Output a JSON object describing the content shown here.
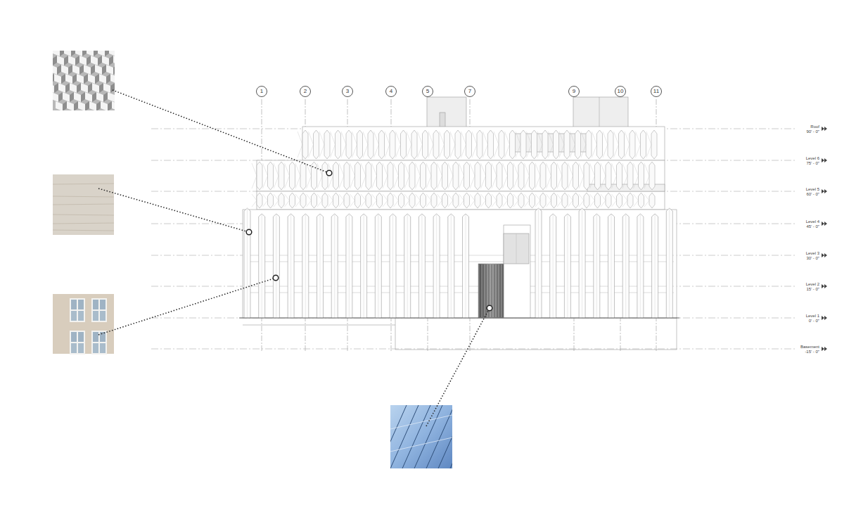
{
  "diagram": {
    "nodes": [
      {
        "text": [
          "1"
        ]
      },
      {
        "text": [
          "2"
        ]
      },
      {
        "text": [
          "3"
        ]
      },
      {
        "text": [
          "4"
        ]
      },
      {
        "text": [
          "5"
        ]
      },
      {
        "text": [
          "7"
        ]
      },
      {
        "text": [
          "9"
        ]
      },
      {
        "text": [
          "10"
        ]
      },
      {
        "text": [
          "11"
        ]
      }
    ],
    "labels": [
      "Roof",
      "90' - 0\"",
      "Level 6",
      "75' - 0\"",
      "Level 5",
      "60' - 0\"",
      "Level 4",
      "45' - 0\"",
      "Level 3",
      "30' - 0\"",
      "Level 2",
      "15' - 0\"",
      "Level 1",
      "0' - 0\"",
      "Basement",
      "-15' - 0\""
    ]
  }
}
